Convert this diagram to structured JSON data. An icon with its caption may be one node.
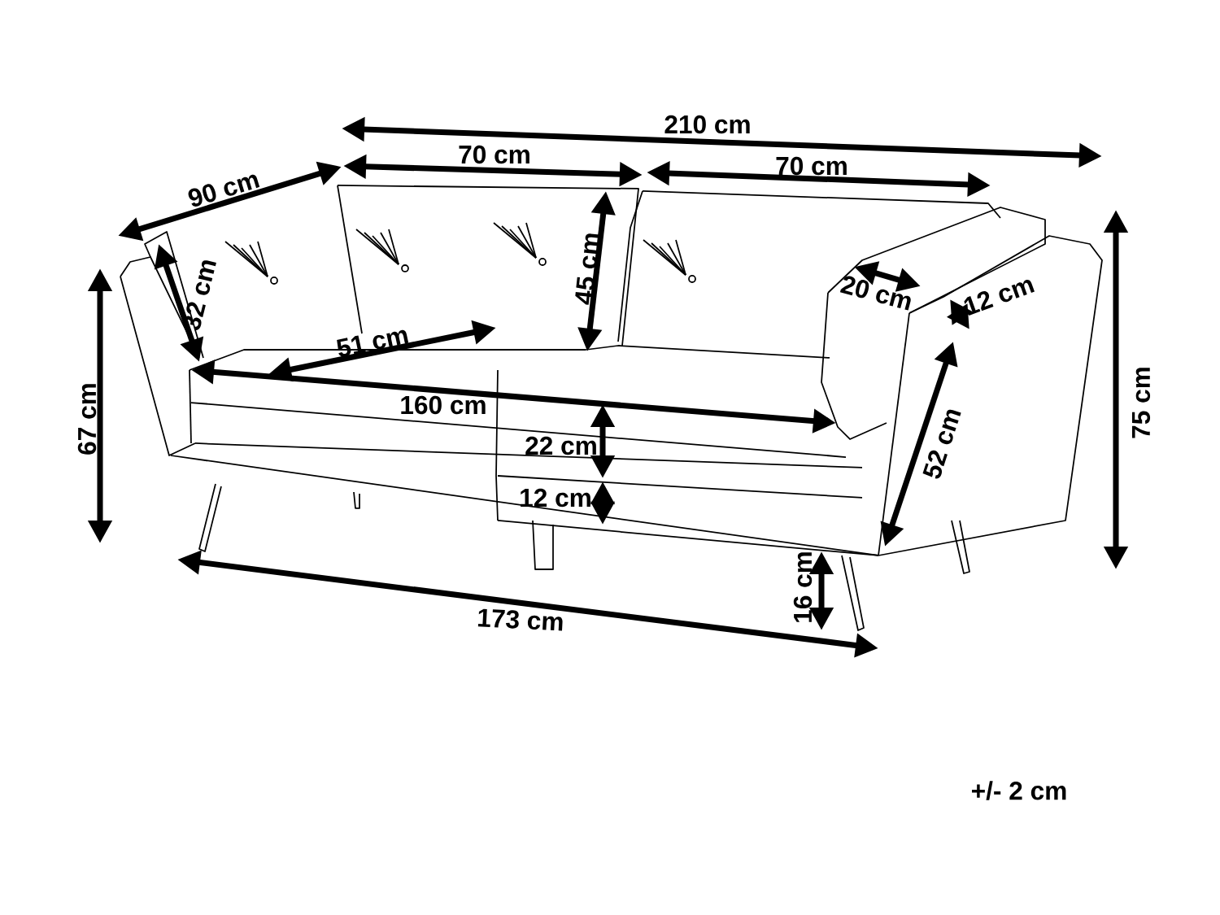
{
  "diagram": {
    "labels": [
      "210 cm",
      "70 cm",
      "70 cm",
      "90 cm",
      "45 cm",
      "32 cm",
      "20 cm",
      "12 cm",
      "51 cm",
      "75 cm",
      "67 cm",
      "160 cm",
      "52 cm",
      "22 cm",
      "12 cm",
      "16 cm",
      "173 cm",
      "+/- 2 cm"
    ]
  }
}
